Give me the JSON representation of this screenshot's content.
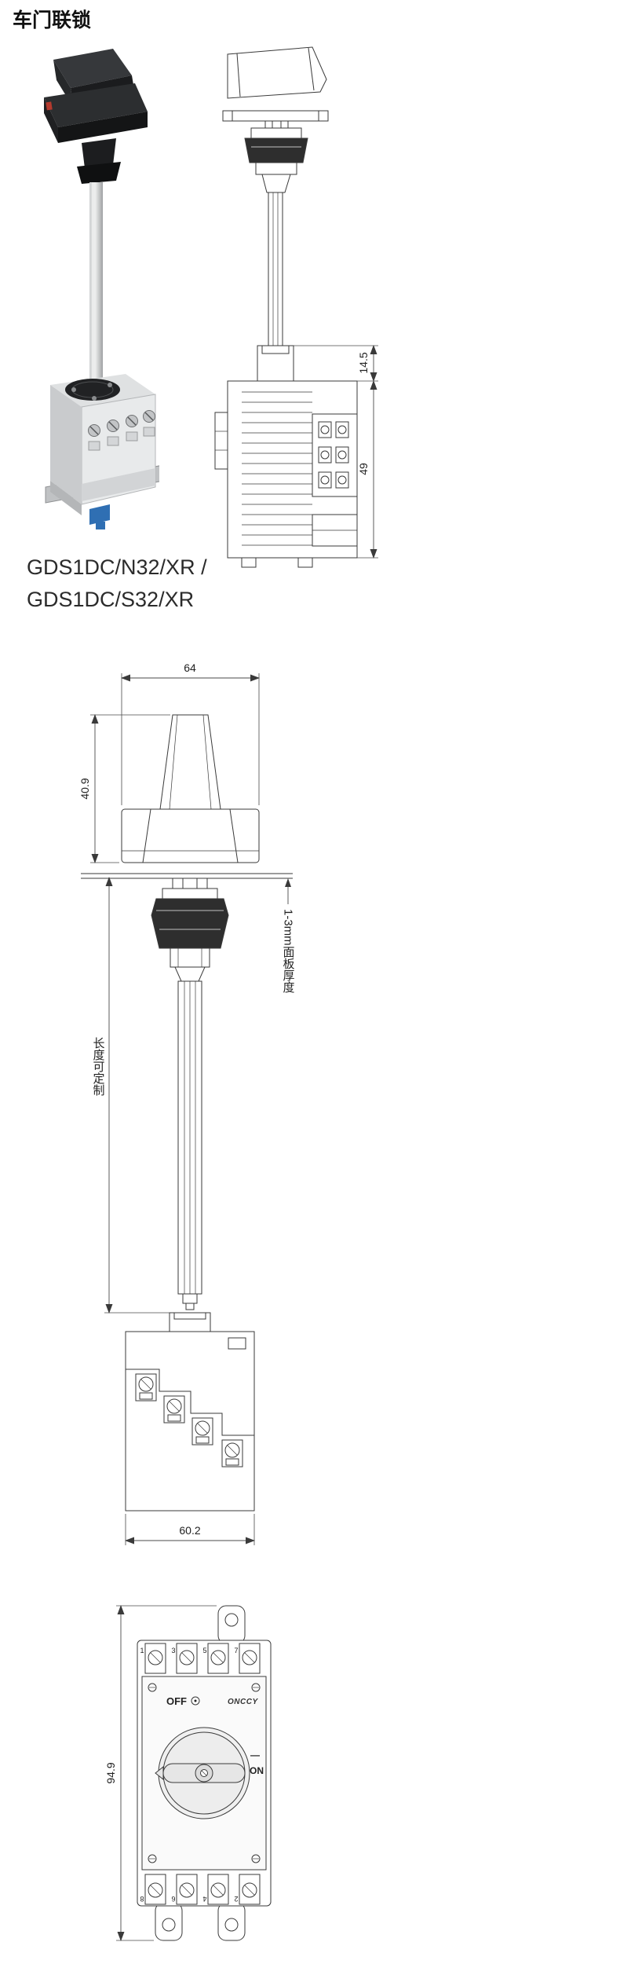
{
  "page": {
    "title": "车门联锁",
    "model_line1": "GDS1DC/N32/XR /",
    "model_line2": "GDS1DC/S32/XR"
  },
  "side_view": {
    "dim_hub_height": "14.5",
    "dim_body_height": "49"
  },
  "front_view": {
    "dim_width": "64",
    "dim_handle_height": "40.9",
    "dim_panel_thickness": "1-3mm面板厚度",
    "dim_shaft_length": "长度可定制",
    "dim_body_width": "60.2"
  },
  "face_view": {
    "dim_total_height": "94.9",
    "off_label": "OFF",
    "on_label": "ON",
    "on_symbol": "—",
    "brand": "ONCCY",
    "top_terminals": [
      "1",
      "3",
      "5",
      "7"
    ],
    "bottom_terminals": [
      "8",
      "6",
      "4",
      "2"
    ]
  }
}
